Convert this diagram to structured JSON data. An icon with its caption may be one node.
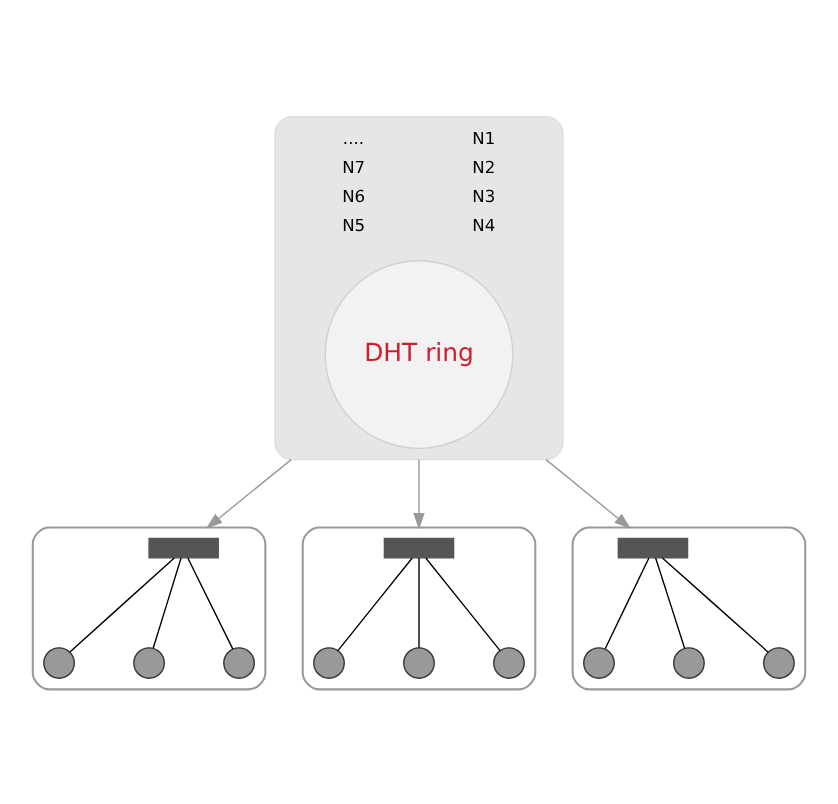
{
  "diagram": {
    "nodes": [
      {
        "text": [
          "....",
          "N1",
          "N7",
          "N2",
          "N6",
          "N3",
          "N5",
          "N4"
        ]
      },
      {
        "text": [
          "DHT ring"
        ],
        "in": 0
      },
      {
        "text": [],
        "shape": "hexagon"
      },
      {
        "text": [],
        "shape": "bar",
        "in": 2
      },
      {
        "text": [],
        "shape": "circle",
        "in": 2
      },
      {
        "text": [],
        "shape": "circle",
        "in": 2
      },
      {
        "text": [],
        "shape": "circle",
        "in": 2
      },
      {
        "text": [],
        "shape": "hexagon"
      },
      {
        "text": [],
        "shape": "bar",
        "in": 7
      },
      {
        "text": [],
        "shape": "circle",
        "in": 7
      },
      {
        "text": [],
        "shape": "circle",
        "in": 7
      },
      {
        "text": [],
        "shape": "circle",
        "in": 7
      },
      {
        "text": [],
        "shape": "hexagon"
      },
      {
        "text": [],
        "shape": "bar",
        "in": 12
      },
      {
        "text": [],
        "shape": "circle",
        "in": 12
      },
      {
        "text": [],
        "shape": "circle",
        "in": 12
      },
      {
        "text": [],
        "shape": "circle",
        "in": 12
      }
    ],
    "edges": [
      {
        "from": 0,
        "to": 2,
        "arrow": "to",
        "color": "#999999"
      },
      {
        "from": 0,
        "to": 7,
        "arrow": "to",
        "color": "#999999"
      },
      {
        "from": 0,
        "to": 12,
        "arrow": "to",
        "color": "#999999"
      },
      {
        "from": 3,
        "to": 4,
        "arrow": "none"
      },
      {
        "from": 3,
        "to": 5,
        "arrow": "none"
      },
      {
        "from": 3,
        "to": 6,
        "arrow": "none"
      },
      {
        "from": 8,
        "to": 9,
        "arrow": "none"
      },
      {
        "from": 8,
        "to": 10,
        "arrow": "none"
      },
      {
        "from": 8,
        "to": 11,
        "arrow": "none"
      },
      {
        "from": 13,
        "to": 14,
        "arrow": "none"
      },
      {
        "from": 13,
        "to": 15,
        "arrow": "none"
      },
      {
        "from": 13,
        "to": 16,
        "arrow": "none"
      }
    ]
  }
}
